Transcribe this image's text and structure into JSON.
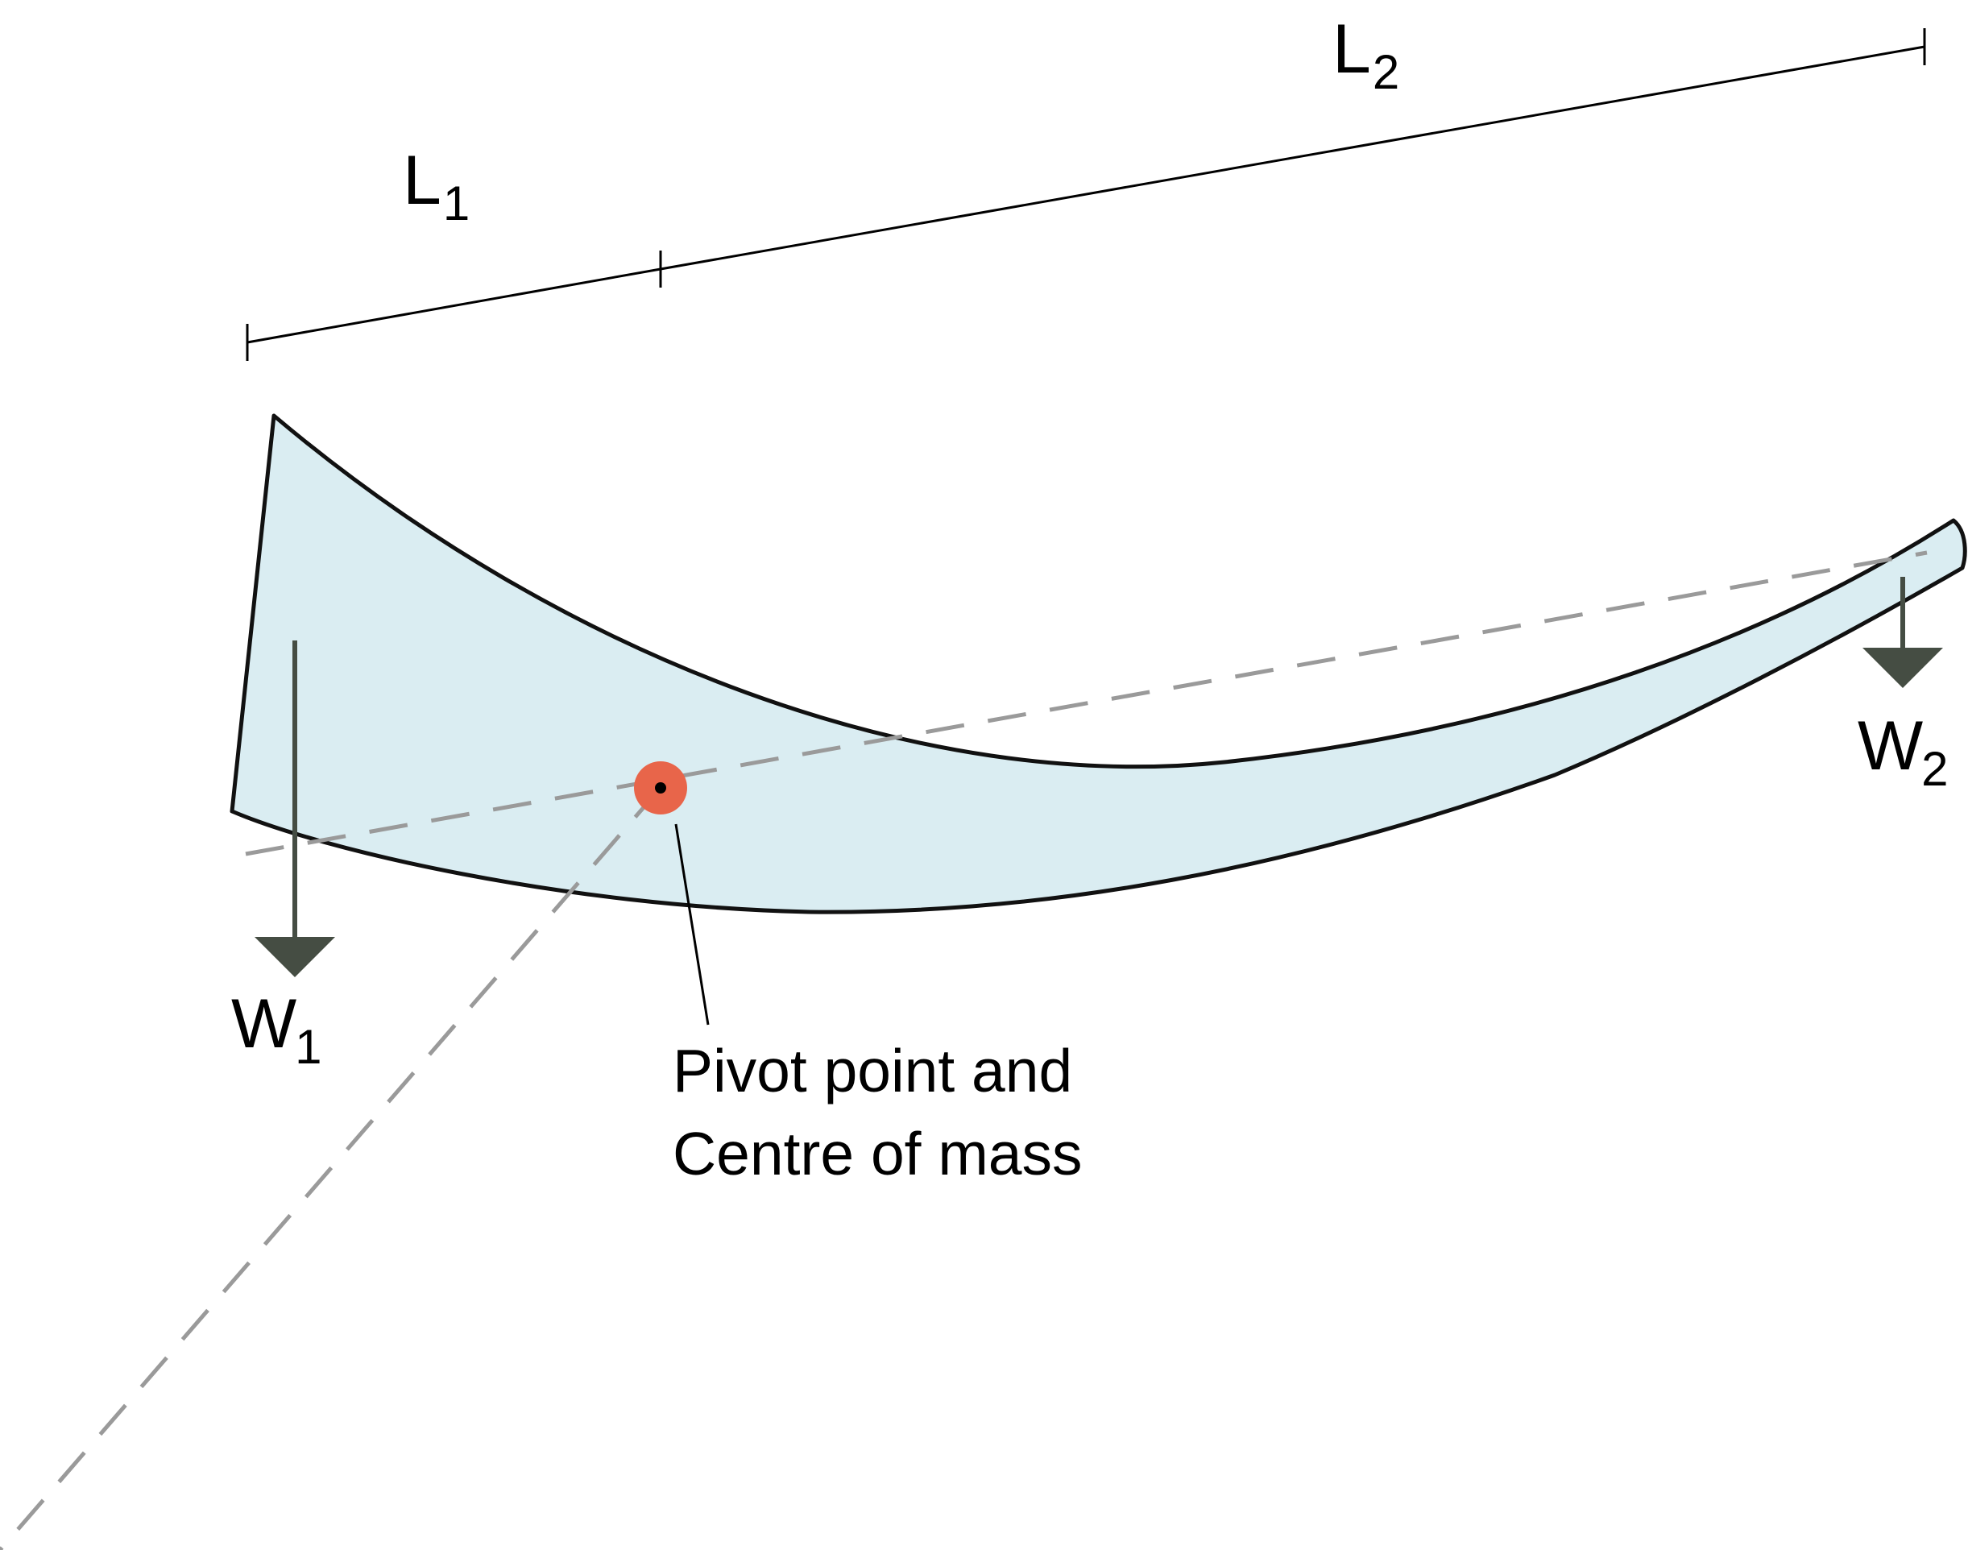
{
  "labels": {
    "l1": {
      "main": "L",
      "sub": "1"
    },
    "l2": {
      "main": "L",
      "sub": "2"
    },
    "w1": {
      "main": "W",
      "sub": "1"
    },
    "w2": {
      "main": "W",
      "sub": "2"
    },
    "pivot_line1": "Pivot point and",
    "pivot_line2": "Centre of mass"
  },
  "colors": {
    "blade_fill": "#daedf2",
    "blade_stroke": "#111111",
    "dashed_line": "#9a9a9a",
    "weight_arrow": "#454d43",
    "pivot_marker": "#e8654a",
    "pivot_center": "#000000",
    "dimension_line": "#000000"
  }
}
